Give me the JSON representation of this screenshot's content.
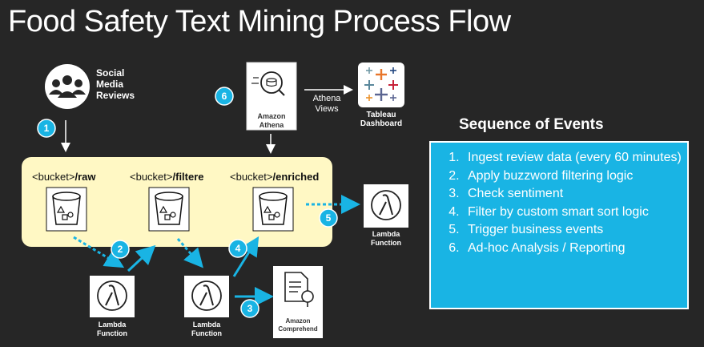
{
  "title": "Food Safety Text Mining Process Flow",
  "nodes": {
    "social": "Social Media Reviews",
    "athena": "Amazon Athena",
    "athena_views": "Athena Views",
    "tableau": "Tableau Dashboard",
    "lambda_right": "Lambda Function",
    "lambda_1": "Lambda Function",
    "lambda_2": "Lambda Function",
    "comprehend": "Amazon Comprehend"
  },
  "buckets": [
    {
      "prefix": "<bucket>",
      "suffix": "/raw"
    },
    {
      "prefix": "<bucket>",
      "suffix": "/filtere"
    },
    {
      "prefix": "<bucket>",
      "suffix": "/enriched"
    }
  ],
  "steps": [
    "1",
    "2",
    "3",
    "4",
    "5",
    "6"
  ],
  "sequence": {
    "title": "Sequence of Events",
    "items": [
      "Ingest review data (every 60 minutes)",
      "Apply buzzword filtering logic",
      "Check sentiment",
      "Filter by custom smart sort logic",
      "Trigger business events",
      "Ad-hoc Analysis / Reporting"
    ]
  },
  "colors": {
    "background": "#262626",
    "bucket_panel": "#fff8c4",
    "accent": "#19b4e4"
  }
}
